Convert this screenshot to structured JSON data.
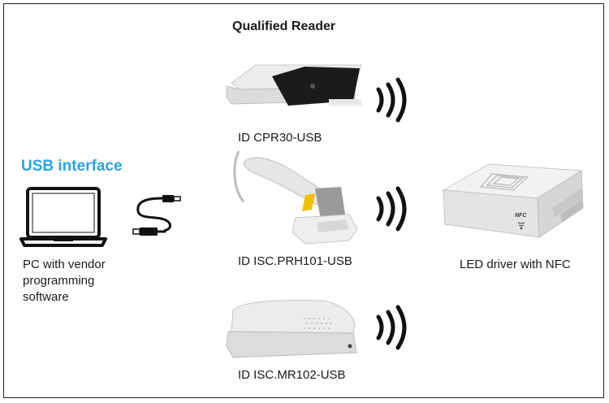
{
  "header": {
    "title": "Qualified Reader"
  },
  "left": {
    "usb_title": "USB interface",
    "pc_label_lines": [
      "PC with vendor",
      "programming",
      "software"
    ]
  },
  "readers": [
    {
      "label": "ID CPR30-USB"
    },
    {
      "label": "ID ISC.PRH101-USB"
    },
    {
      "label": "ID ISC.MR102-USB"
    }
  ],
  "right": {
    "led_label": "LED driver with NFC",
    "nfc_text": "NFC"
  },
  "icons": [
    "laptop-icon",
    "usb-cable-icon",
    "wireless-waves-icon",
    "desktop-reader-icon",
    "handheld-scanner-icon",
    "mid-range-reader-icon",
    "led-driver-device-icon"
  ],
  "colors": {
    "accent": "#2aa3e3",
    "text": "#1a1a1a",
    "border": "#222222"
  }
}
